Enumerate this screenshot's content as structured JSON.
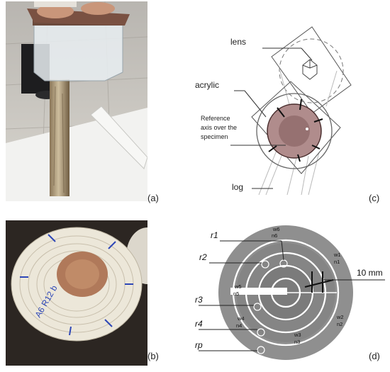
{
  "panels": {
    "a": {
      "label": "(a)"
    },
    "b": {
      "label": "(b)",
      "specimen_marking": "A6 R12 b"
    },
    "c": {
      "label": "(c)",
      "lens_label": "lens",
      "acrylic_label": "acrylic",
      "reference_line1": "Reference",
      "reference_line2": "axis over the",
      "reference_line3": "specimen",
      "log_label": "log"
    },
    "d": {
      "label": "(d)",
      "radii": [
        "r1",
        "r2",
        "r3",
        "r4",
        "rp"
      ],
      "scale_label": "10 mm",
      "w_labels": [
        {
          "w": "w6",
          "n": "n6"
        },
        {
          "w": "w1",
          "n": "n1"
        },
        {
          "w": "w5",
          "n": "n5"
        },
        {
          "w": "w4",
          "n": "n4"
        },
        {
          "w": "w2",
          "n": "n2"
        },
        {
          "w": "w3",
          "n": "n3"
        }
      ]
    }
  },
  "colors": {
    "heartwood": "#9b7467",
    "sapwood": "#e7e0d3",
    "disc_gray": "#8d8d8d",
    "ink_blue": "#2d47b7",
    "line": "#333333"
  }
}
